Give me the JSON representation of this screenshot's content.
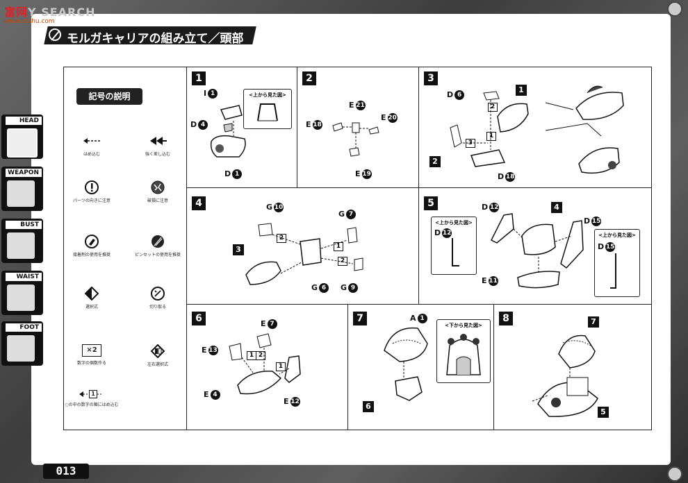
{
  "watermark": {
    "text_a": "富",
    "text_b": "网",
    "text_c": "Y SEARCH",
    "sub": "www.sdshu.com"
  },
  "title": "モルガキャリアの組み立て／頭部",
  "page_number": "013",
  "side_tabs": [
    {
      "label": "HEAD",
      "active": true
    },
    {
      "label": "WEAPON",
      "active": false
    },
    {
      "label": "BUST",
      "active": false
    },
    {
      "label": "WAIST",
      "active": false
    },
    {
      "label": "FOOT",
      "active": false
    }
  ],
  "legend": {
    "title": "記号の説明",
    "items": [
      {
        "label": "はめ込む"
      },
      {
        "label": "強く差し込む"
      },
      {
        "label": "パーツの向きに注意"
      },
      {
        "label": "破損に注意"
      },
      {
        "label": "接着剤の使用を推奨"
      },
      {
        "label": "ピンセットの使用を推奨"
      },
      {
        "label": "選択式"
      },
      {
        "label": "切り取る"
      },
      {
        "label": "数字の個数作る",
        "symbol": "×2"
      },
      {
        "label": "左右選択式"
      },
      {
        "label": "○の中の数字の順にはめ込む",
        "symbol": "1"
      }
    ]
  },
  "steps": [
    {
      "num": "1",
      "view": "<上から見た図>",
      "parts": [
        [
          "I",
          "1"
        ],
        [
          "D",
          "4"
        ],
        [
          "D",
          "1"
        ]
      ]
    },
    {
      "num": "2",
      "parts": [
        [
          "E",
          "21"
        ],
        [
          "E",
          "18"
        ],
        [
          "E",
          "20"
        ],
        [
          "E",
          "19"
        ]
      ]
    },
    {
      "num": "3",
      "parts": [
        [
          "D",
          "6"
        ],
        [
          "D",
          "18"
        ]
      ],
      "badges": [
        "1",
        "2"
      ],
      "order": [
        "2",
        "1",
        "3"
      ]
    },
    {
      "num": "4",
      "parts": [
        [
          "G",
          "10"
        ],
        [
          "G",
          "7"
        ],
        [
          "G",
          "6"
        ],
        [
          "G",
          "9"
        ]
      ],
      "badges": [
        "3"
      ],
      "order": [
        "2",
        "1",
        "2"
      ]
    },
    {
      "num": "5",
      "view_a": "<上から見た図>",
      "view_b": "<上から見た図>",
      "parts": [
        [
          "D",
          "12"
        ],
        [
          "D",
          "15"
        ],
        [
          "E",
          "11"
        ],
        [
          "D",
          "12"
        ],
        [
          "D",
          "15"
        ]
      ],
      "badges": [
        "4"
      ]
    },
    {
      "num": "6",
      "parts": [
        [
          "E",
          "7"
        ],
        [
          "E",
          "13"
        ],
        [
          "E",
          "4"
        ],
        [
          "E",
          "12"
        ]
      ],
      "order": [
        "1",
        "2",
        "1"
      ]
    },
    {
      "num": "7",
      "view": "<下から見た図>",
      "parts": [
        [
          "A",
          "1"
        ]
      ],
      "badges": [
        "6"
      ]
    },
    {
      "num": "8",
      "badges": [
        "7",
        "5"
      ]
    }
  ]
}
